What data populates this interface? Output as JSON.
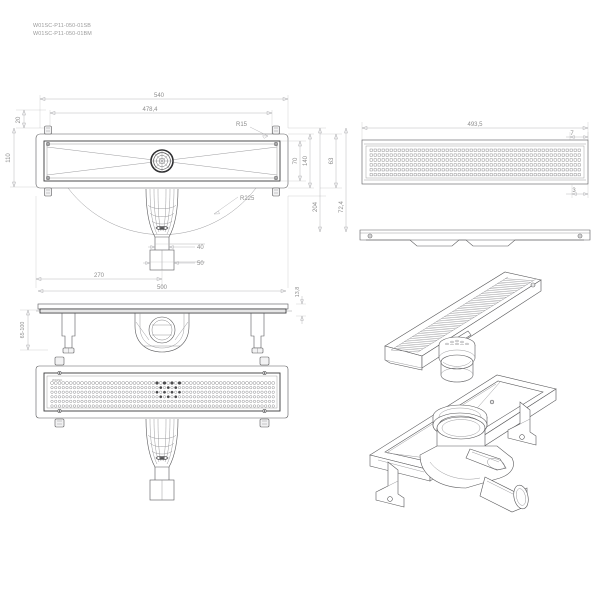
{
  "document": {
    "type": "technical-drawing",
    "background_color": "#ffffff",
    "line_color": "#59595b",
    "dimension_color": "#a6a6a9",
    "text_color": "#8d8d8d"
  },
  "part_numbers": {
    "line1": "W01SC-P11-050-01SB",
    "line2": "W01SC-P11-050-01BM"
  },
  "views": {
    "top_plan": {
      "name": "top-plan-view",
      "dimensions": {
        "overall_length": "540",
        "inner_length": "478,4",
        "radius_corner": "R15",
        "body_height": "70",
        "outer_height": "140",
        "total_width": "204",
        "left_small": "20",
        "left_large": "110",
        "arc_radius": "R225",
        "outlet_small": "40",
        "outlet_large": "50",
        "offset_center": "270",
        "base_length": "500"
      }
    },
    "side_section": {
      "name": "side-section-view",
      "dimensions": {
        "height_range": "65-100",
        "thickness": "13,8"
      }
    },
    "bottom_plan": {
      "name": "bottom-plan-grate-view",
      "dimensions": {}
    },
    "grate_top": {
      "name": "grate-top-view",
      "dimensions": {
        "grate_length": "493,5",
        "edge_offset": "7",
        "bar_gap": "3",
        "height_a": "63",
        "height_b": "72,4"
      }
    },
    "grate_side": {
      "name": "grate-side-profile-view",
      "dimensions": {}
    },
    "isometric_grate": {
      "name": "isometric-grate-view"
    },
    "isometric_strainer": {
      "name": "isometric-strainer-basket"
    },
    "isometric_channel": {
      "name": "isometric-channel-body"
    },
    "isometric_trap": {
      "name": "isometric-siphon-trap"
    }
  },
  "labels": {
    "d540": "540",
    "d4784": "478,4",
    "r15": "R15",
    "d70": "70",
    "d140": "140",
    "d204": "204",
    "d20": "20",
    "d110": "110",
    "r225": "R225",
    "d40": "40",
    "d50": "50",
    "d270": "270",
    "d500": "500",
    "d138": "13,8",
    "d65100": "65-100",
    "d4935": "493,5",
    "d7": "7",
    "d3": "3",
    "d63": "63",
    "d724": "72,4"
  }
}
